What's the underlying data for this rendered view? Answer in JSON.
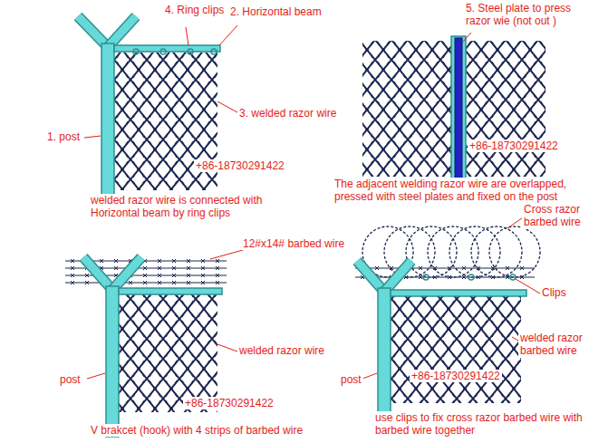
{
  "diagram": {
    "labels": [
      "4. Ring clips",
      "2. Horizontal beam",
      "3. welded razor wire",
      "1. post",
      "+86-18730291422",
      "welded razor wire is connected with Horizontal beam by ring clips",
      "5. Steel plate to press razor wie (not out )",
      "+86-18730291422",
      "The adjacent welding razor wire are overlapped, pressed with steel plates and fixed on the post",
      "12#x14# barbed wire",
      "welded razor wire",
      "post",
      "+86-18730291422",
      "V brakcet (hook) with 4 strips of barbed wire",
      "Cross razor barbed wire",
      "Clips",
      "welded razor barbed wire",
      "post",
      "+86-18730291422",
      "use clips to fix cross razor barbed wire with barbed wire together"
    ]
  }
}
